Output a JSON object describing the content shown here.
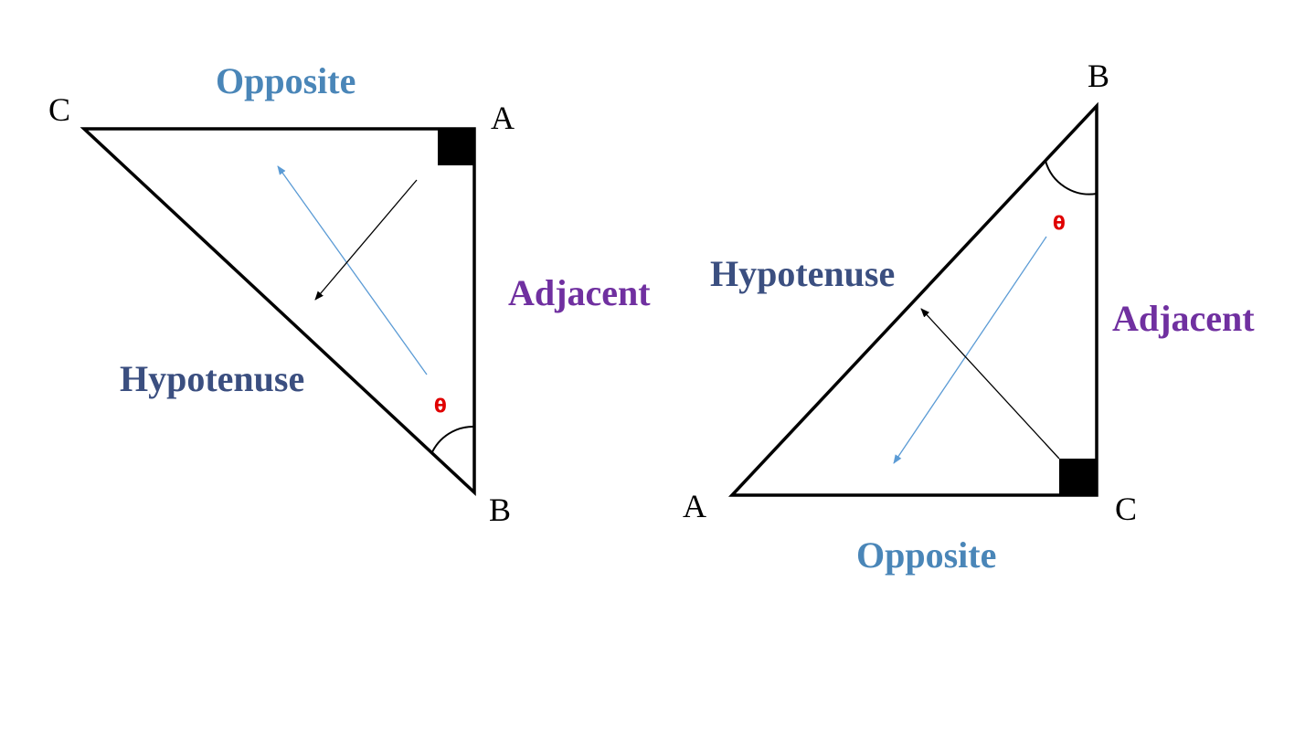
{
  "colors": {
    "opposite": "#4a86b8",
    "adjacent": "#7030a0",
    "hypotenuse": "#3b4f80",
    "theta": "#e00000",
    "blue_arrow": "#5b9bd5",
    "black_arrow": "#000000"
  },
  "left_triangle": {
    "vertex_c": "C",
    "vertex_a": "A",
    "vertex_b": "B",
    "opposite_label": "Opposite",
    "adjacent_label": "Adjacent",
    "hypotenuse_label": "Hypotenuse",
    "theta": "θ"
  },
  "right_triangle": {
    "vertex_b": "B",
    "vertex_a": "A",
    "vertex_c": "C",
    "opposite_label": "Opposite",
    "adjacent_label": "Adjacent",
    "hypotenuse_label": "Hypotenuse",
    "theta": "θ"
  }
}
